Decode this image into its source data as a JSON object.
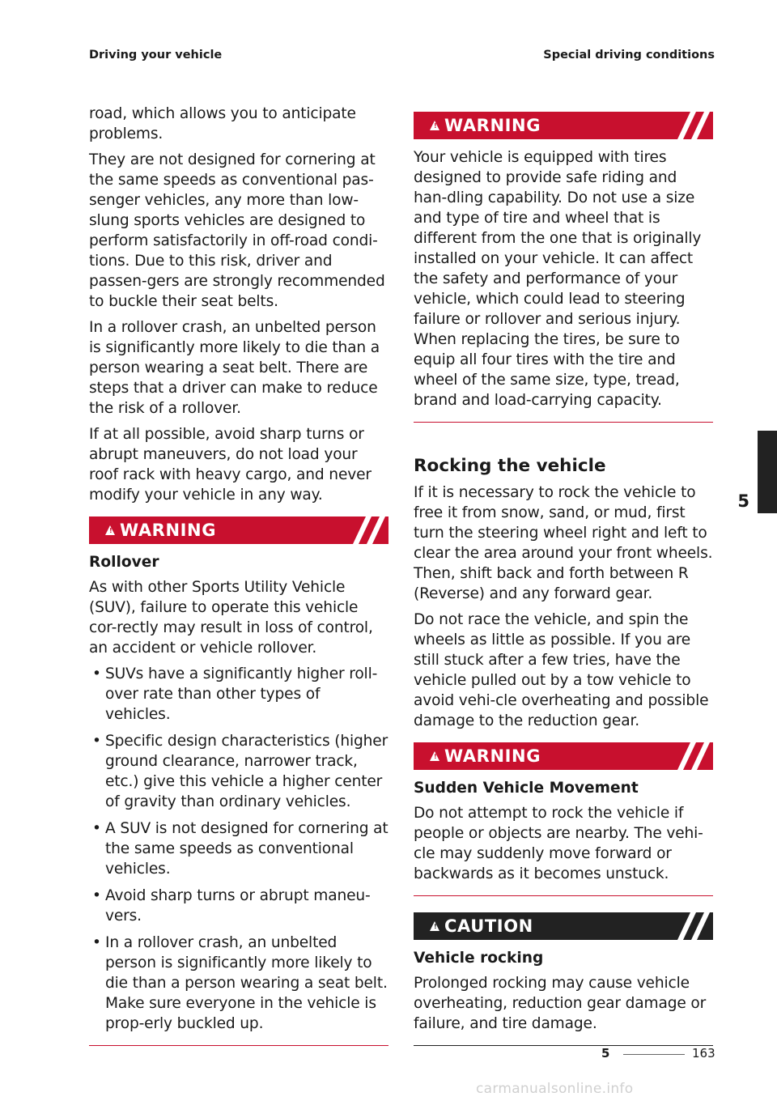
{
  "header": {
    "left": "Driving your vehicle",
    "right": "Special driving conditions"
  },
  "left_column": {
    "paragraphs": [
      "road, which allows you to anticipate problems.",
      "They are not designed for cornering at the same speeds as conventional pas-senger vehicles, any more than low-slung sports vehicles are designed to perform satisfactorily in off-road condi-tions. Due to this risk, driver and passen-gers are strongly recommended to buckle their seat belts.",
      "In a rollover crash, an unbelted person is significantly more likely to die than a person wearing a seat belt. There are steps that a driver can make to reduce the risk of a rollover.",
      "If at all possible, avoid sharp turns or abrupt maneuvers, do not load your roof rack with heavy cargo, and never modify your vehicle in any way."
    ],
    "warning": {
      "label": "WARNING",
      "title": "Rollover",
      "text": "As with other Sports Utility Vehicle (SUV), failure to operate this vehicle cor-rectly may result in loss of control, an accident or vehicle rollover.",
      "bullets": [
        "SUVs have a significantly higher roll-over rate than other types of vehicles.",
        "Specific design characteristics (higher ground clearance, narrower track, etc.) give this vehicle a higher center of gravity than ordinary vehicles.",
        "A SUV is not designed for cornering at the same speeds as conventional vehicles.",
        "Avoid sharp turns or abrupt maneu-vers.",
        "In a rollover crash, an unbelted person is significantly more likely to die than a person wearing a seat belt. Make sure everyone in the vehicle is prop-erly buckled up."
      ]
    }
  },
  "right_column": {
    "warning1": {
      "label": "WARNING",
      "text": "Your vehicle is equipped with tires designed to provide safe riding and han-dling capability. Do not use a size and type of tire and wheel that is different from the one that is originally installed on your vehicle. It can affect the safety and performance of your vehicle, which could lead to steering failure or rollover and serious injury. When replacing the tires, be sure to equip all four tires with the tire and wheel of the same size, type, tread, brand and load-carrying capacity."
    },
    "section_title": "Rocking the vehicle",
    "paragraphs": [
      "If it is necessary to rock the vehicle to free it from snow, sand, or mud, first turn the steering wheel right and left to clear the area around your front wheels. Then, shift back and forth between R (Reverse) and any forward gear.",
      "Do not race the vehicle, and spin the wheels as little as possible. If you are still stuck after a few tries, have the vehicle pulled out by a tow vehicle to avoid vehi-cle overheating and possible damage to the reduction gear."
    ],
    "warning2": {
      "label": "WARNING",
      "title": "Sudden Vehicle Movement",
      "text": "Do not attempt to rock the vehicle if people or objects are nearby. The vehi-cle may suddenly move forward or backwards as it becomes unstuck."
    },
    "caution": {
      "label": "CAUTION",
      "title": "Vehicle rocking",
      "text": "Prolonged rocking may cause vehicle overheating, reduction gear damage or failure, and tire damage."
    }
  },
  "chapter_tab": "5",
  "footer": {
    "chapter": "5",
    "page": "163"
  },
  "watermark": "carmanualsonline.info",
  "colors": {
    "warning_red": "#c8102e",
    "caution_dark": "#222222"
  }
}
